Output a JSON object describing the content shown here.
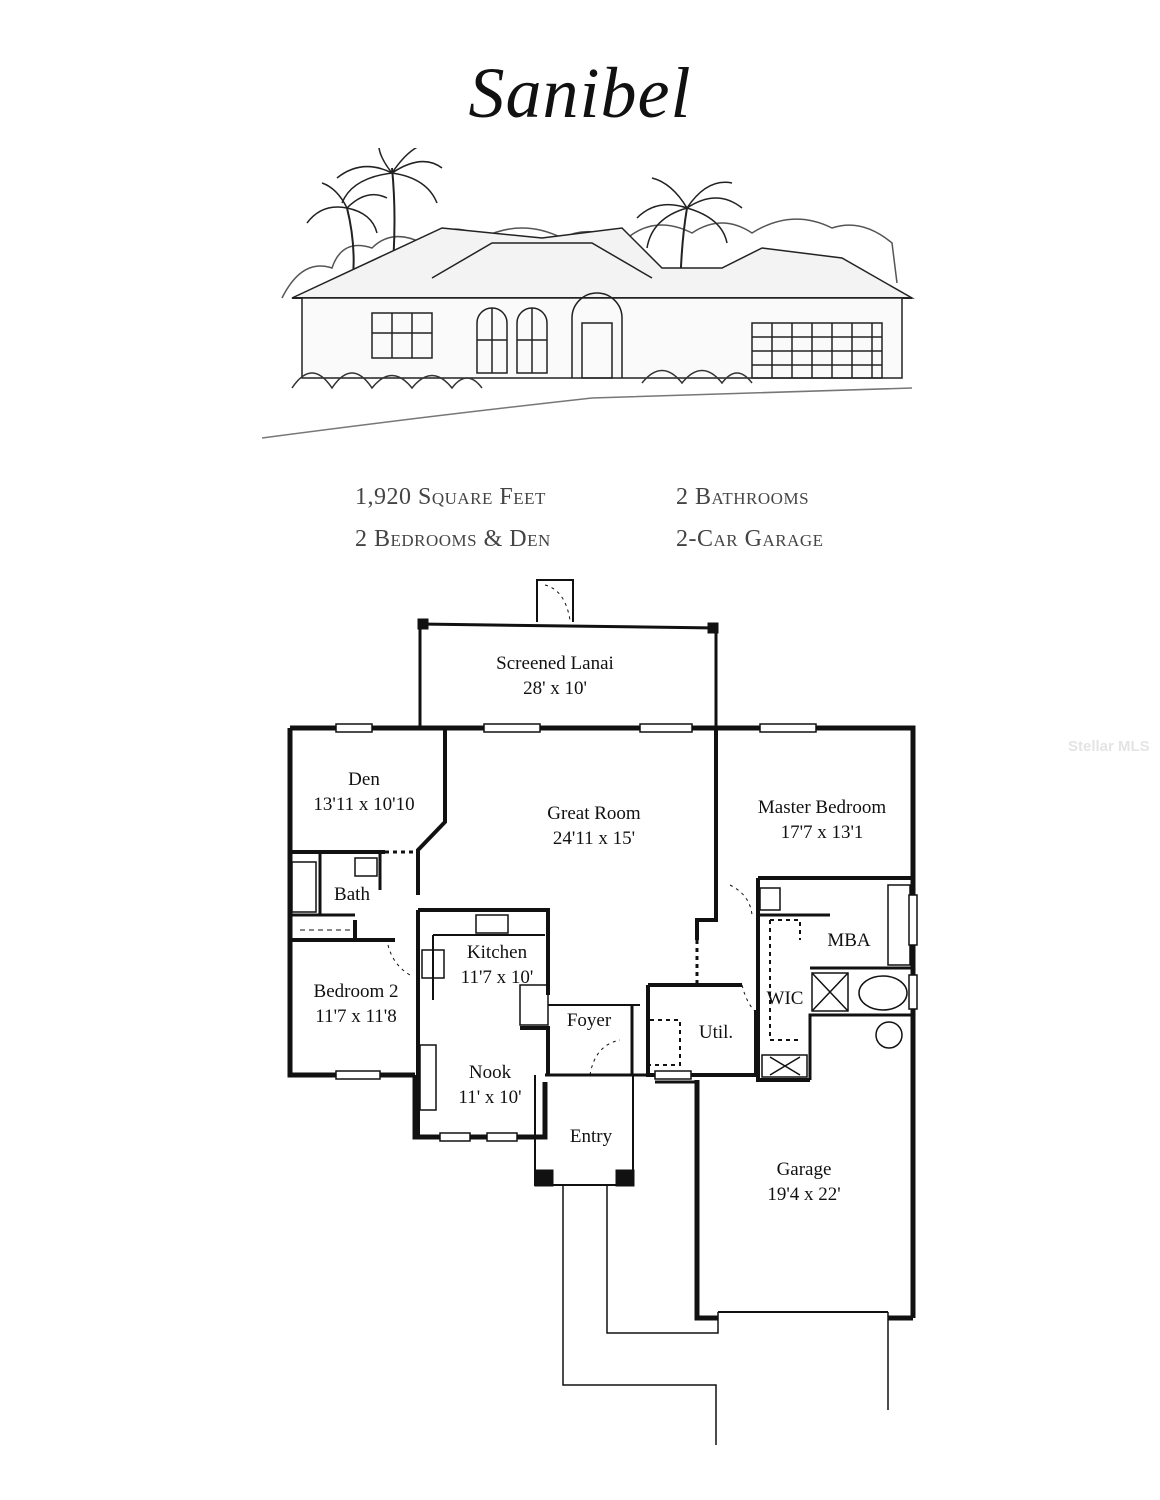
{
  "title": "Sanibel",
  "specs": {
    "left": [
      "1,920 Square Feet",
      "2 Bedrooms & Den"
    ],
    "right": [
      "2 Bathrooms",
      "2-Car Garage"
    ]
  },
  "rooms": {
    "lanai": {
      "name": "Screened Lanai",
      "size": "28' x 10'"
    },
    "den": {
      "name": "Den",
      "size": "13'11 x 10'10"
    },
    "great_room": {
      "name": "Great Room",
      "size": "24'11 x 15'"
    },
    "master_bedroom": {
      "name": "Master Bedroom",
      "size": "17'7 x 13'1"
    },
    "bath": {
      "name": "Bath"
    },
    "mba": {
      "name": "MBA"
    },
    "wic": {
      "name": "WIC"
    },
    "kitchen": {
      "name": "Kitchen",
      "size": "11'7 x 10'"
    },
    "bedroom2": {
      "name": "Bedroom 2",
      "size": "11'7 x 11'8"
    },
    "foyer": {
      "name": "Foyer"
    },
    "util": {
      "name": "Util."
    },
    "nook": {
      "name": "Nook",
      "size": "11' x 10'"
    },
    "entry": {
      "name": "Entry"
    },
    "garage": {
      "name": "Garage",
      "size": "19'4 x 22'"
    }
  },
  "watermark": "Stellar MLS"
}
